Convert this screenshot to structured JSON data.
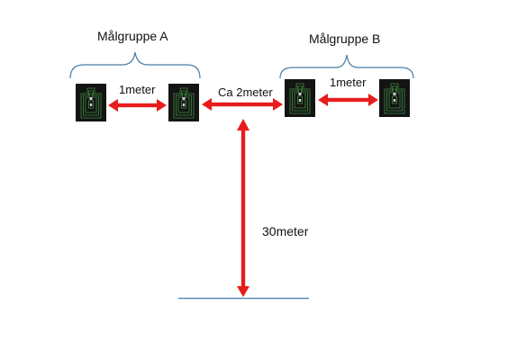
{
  "labels": {
    "group_a": "Målgruppe A",
    "group_b": "Målgruppe B",
    "distance_a": "1meter",
    "distance_middle": "Ca 2meter",
    "distance_b": "1meter",
    "range": "30meter"
  },
  "colors": {
    "arrow": "#e81c1c",
    "bracket": "#4a7ea8",
    "firing_line": "#5b8db8",
    "target_bg": "#141414",
    "target_lines": "#3f8a3f",
    "text": "#111111"
  },
  "icons": {
    "target": "silhouette-target-icon"
  }
}
